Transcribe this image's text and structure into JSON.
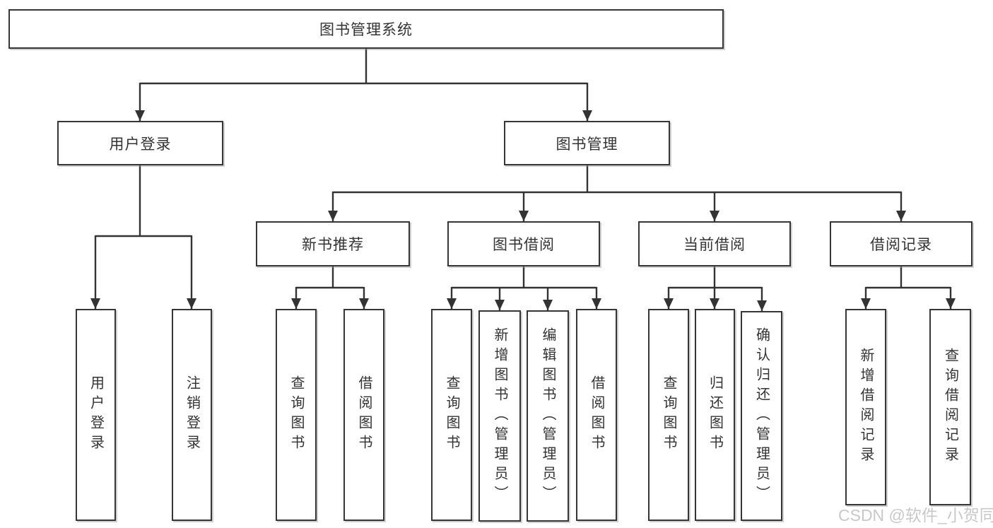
{
  "tree": {
    "label": "图书管理系统",
    "children": [
      {
        "label": "用户登录",
        "children": [
          {
            "label": "用户登录"
          },
          {
            "label": "注销登录"
          }
        ]
      },
      {
        "label": "图书管理",
        "children": [
          {
            "label": "新书推荐",
            "children": [
              {
                "label": "查询图书"
              },
              {
                "label": "借阅图书"
              }
            ]
          },
          {
            "label": "图书借阅",
            "children": [
              {
                "label": "查询图书"
              },
              {
                "label": "新增图书（管理员）"
              },
              {
                "label": "编辑图书（管理员）"
              },
              {
                "label": "借阅图书"
              }
            ]
          },
          {
            "label": "当前借阅",
            "children": [
              {
                "label": "查询图书"
              },
              {
                "label": "归还图书"
              },
              {
                "label": "确认归还（管理员）"
              }
            ]
          },
          {
            "label": "借阅记录",
            "children": [
              {
                "label": "新增借阅记录"
              },
              {
                "label": "查询借阅记录"
              }
            ]
          }
        ]
      }
    ]
  },
  "watermark": {
    "text": "CSDN @软件_小贺同学"
  },
  "colors": {
    "line": "#333333",
    "border": "#363636",
    "text": "#333333",
    "background": "#ffffff",
    "watermark": "#c6c6c6"
  }
}
